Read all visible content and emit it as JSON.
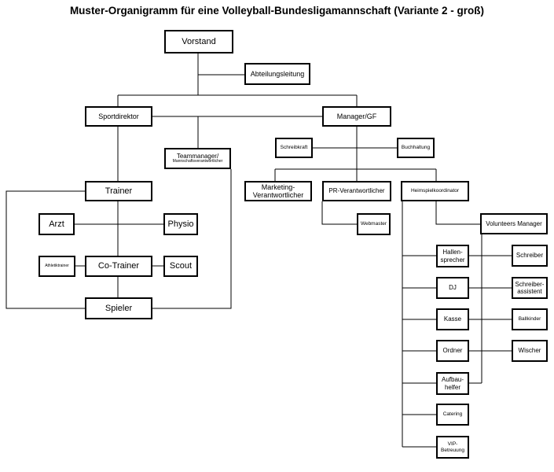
{
  "title": "Muster-Organigramm für eine Volleyball-Bundesligamannschaft (Variante 2 - groß)",
  "boxes": {
    "vorstand": "Vorstand",
    "abteilungsleitung": "Abteilungsleitung",
    "sportdirektor": "Sportdirektor",
    "manager_gf": "Manager/GF",
    "teammanager_line1": "Teammanager/",
    "teammanager_line2": "Mannschaftsverantwortlicher",
    "schreibkraft": "Schreibkraft",
    "buchhaltung": "Buchhaltung",
    "trainer": "Trainer",
    "arzt": "Arzt",
    "physio": "Physio",
    "athletiktrainer": "Athletiktrainer",
    "co_trainer": "Co-Trainer",
    "scout": "Scout",
    "spieler": "Spieler",
    "marketing_line1": "Marketing-",
    "marketing_line2": "Verantwortlicher",
    "pr_verantwortlicher": "PR-Verantwortlicher",
    "heimspielkoordinator": "Heimspielkoordinator",
    "webmaster": "Webmaster",
    "volunteers_manager": "Volunteers Manager",
    "hallensprecher_line1": "Hallen-",
    "hallensprecher_line2": "sprecher",
    "dj": "DJ",
    "kasse": "Kasse",
    "ordner": "Ordner",
    "aufbauhelfer_line1": "Aufbau-",
    "aufbauhelfer_line2": "helfer",
    "catering": "Catering",
    "vip_line1": "VIP-",
    "vip_line2": "Betreuung",
    "schreiber": "Schreiber",
    "schreiberassistent_line1": "Schreiber-",
    "schreiberassistent_line2": "assistent",
    "ballkinder": "Ballkinder",
    "wischer": "Wischer"
  }
}
